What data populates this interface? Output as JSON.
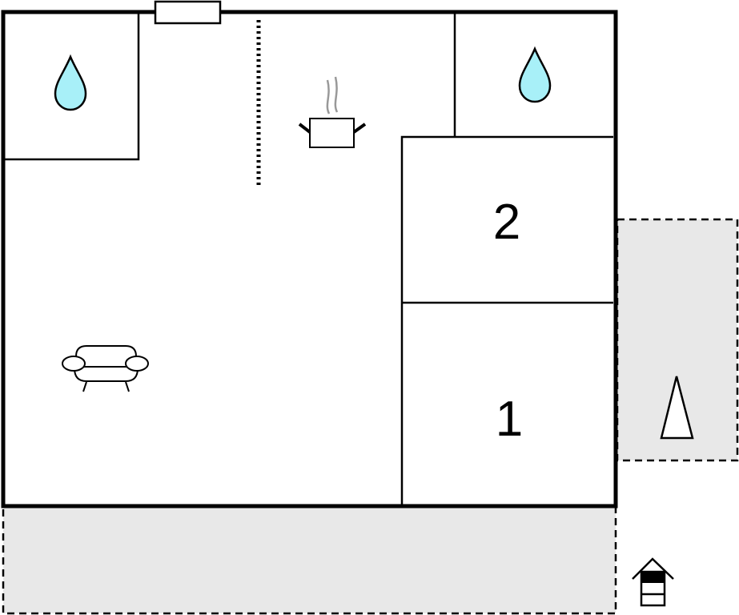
{
  "floorplan": {
    "rooms": [
      {
        "id": "bedroom-2",
        "label": "2"
      },
      {
        "id": "bedroom-1",
        "label": "1"
      }
    ],
    "icons": [
      "water-drop-icon",
      "water-drop-icon",
      "cooking-pot-icon",
      "sofa-icon",
      "tree-icon",
      "house-entrance-icon"
    ],
    "colors": {
      "wall": "#000000",
      "terrace": "#e8e8e8",
      "water": "#a8f0f8",
      "steam": "#999999"
    }
  }
}
